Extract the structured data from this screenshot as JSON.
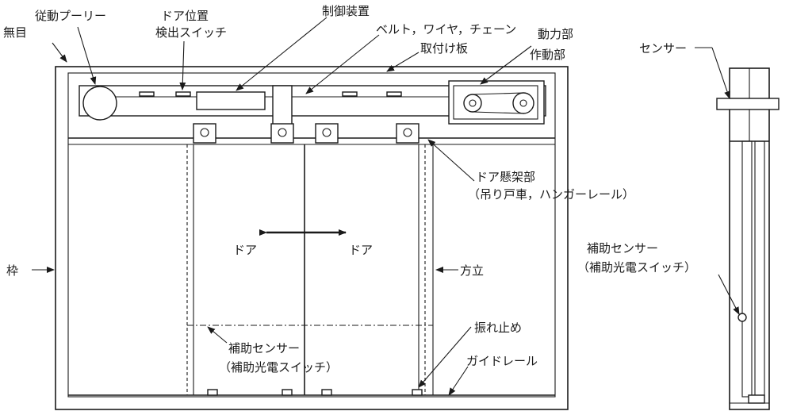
{
  "labels": {
    "mujime": "無目",
    "driven_pulley": "従動プーリー",
    "door_switch_1": "ドア位置",
    "door_switch_2": "検出スイッチ",
    "controller": "制御装置",
    "belt": "ベルト，ワイヤ，チェーン",
    "drive_unit_1": "動力部",
    "drive_unit_2": "作動部",
    "mount_plate": "取付け板",
    "sensor": "センサー",
    "door_hanger_1": "ドア懸架部",
    "door_hanger_2": "（吊り戸車，ハンガーレール）",
    "door_left": "ドア",
    "door_right": "ドア",
    "frame": "枠",
    "mullion": "方立",
    "aux_sensor_side_1": "補助センサー",
    "aux_sensor_side_2": "（補助光電スイッチ）",
    "anti_sway": "振れ止め",
    "aux_sensor_main_1": "補助センサー",
    "aux_sensor_main_2": "（補助光電スイッチ）",
    "guide_rail": "ガイドレール"
  }
}
